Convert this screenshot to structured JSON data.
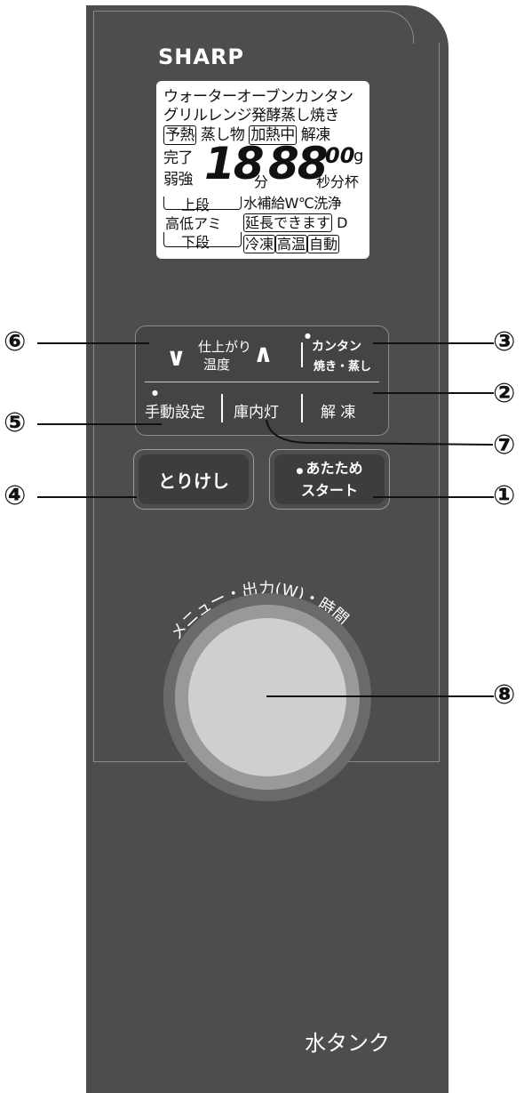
{
  "brand": "SHARP",
  "lcd": {
    "row1": "ウォーターオーブンカンタン",
    "row2": "グリルレンジ発酵蒸し焼き",
    "row3_box1": "予熱",
    "row3_text": "蒸し物",
    "row3_box2": "加熱中",
    "row3_tail": "解凍",
    "kanryo": "完了",
    "jakukyo": "弱強",
    "big1": "18",
    "fun": "分",
    "big2": "88",
    "small_digits": "00",
    "g": "g",
    "byo": "秒分杯",
    "jodan": "上段",
    "kotei_ami": "高低アミ",
    "gedan": "下段",
    "mizu": "水補給W℃洗浄",
    "encho": "延長できます",
    "d": "D",
    "reito": "冷凍",
    "koon": "高温",
    "jido": "自動"
  },
  "controls": {
    "temp_down": "∨",
    "temp_label_1": "仕上がり",
    "temp_label_2": "温度",
    "temp_up": "∧",
    "kantan_1": "カンタン",
    "kantan_2": "焼き・蒸し",
    "manual": "手動設定",
    "light": "庫内灯",
    "defrost": "解 凍",
    "cancel": "とりけし",
    "start_1": "あたため",
    "start_2": "スタート"
  },
  "dial_label": "メニュー・出力(W)・時間",
  "water_tank": "水タンク",
  "callouts": {
    "c1": "①",
    "c2": "②",
    "c3": "③",
    "c4": "④",
    "c5": "⑤",
    "c6": "⑥",
    "c7": "⑦",
    "c8": "⑧"
  }
}
